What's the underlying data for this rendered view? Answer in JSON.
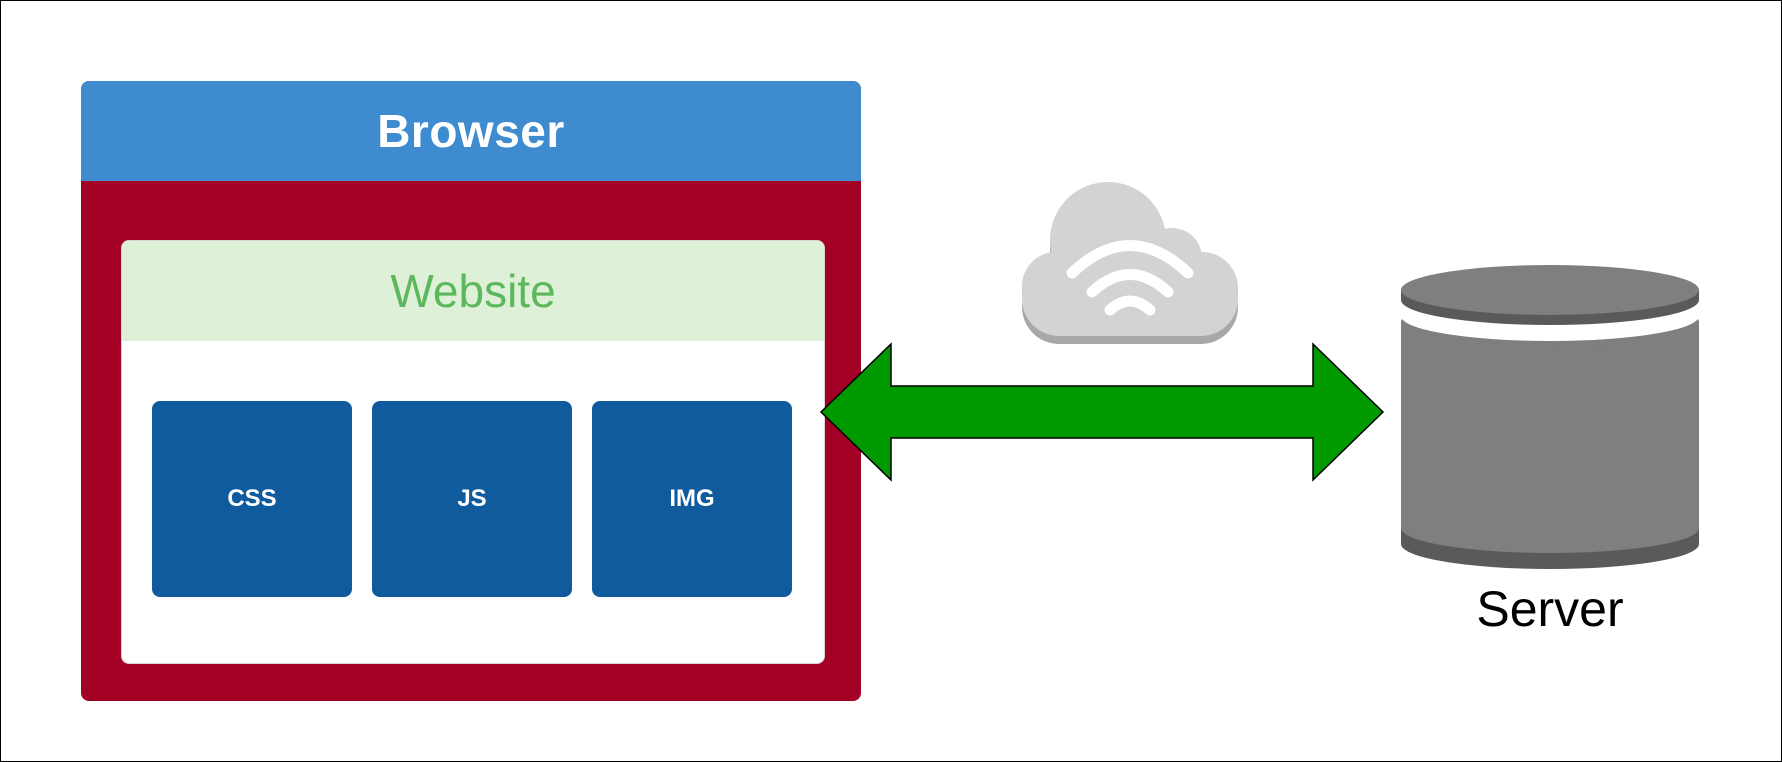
{
  "browser": {
    "title": "Browser"
  },
  "website": {
    "title": "Website",
    "assets": [
      "CSS",
      "JS",
      "IMG"
    ]
  },
  "server": {
    "label": "Server"
  },
  "colors": {
    "browser_header": "#3e8ccf",
    "browser_body": "#a20025",
    "website_header": "#dff0d8",
    "website_title": "#5cb85c",
    "asset_box": "#0f5b9e",
    "arrow": "#009900",
    "cloud": "#d3d3d3",
    "server": "#7f7f7f"
  },
  "icons": {
    "connection": "double-headed-arrow-icon",
    "network": "wifi-cloud-icon",
    "server": "database-cylinder-icon"
  }
}
